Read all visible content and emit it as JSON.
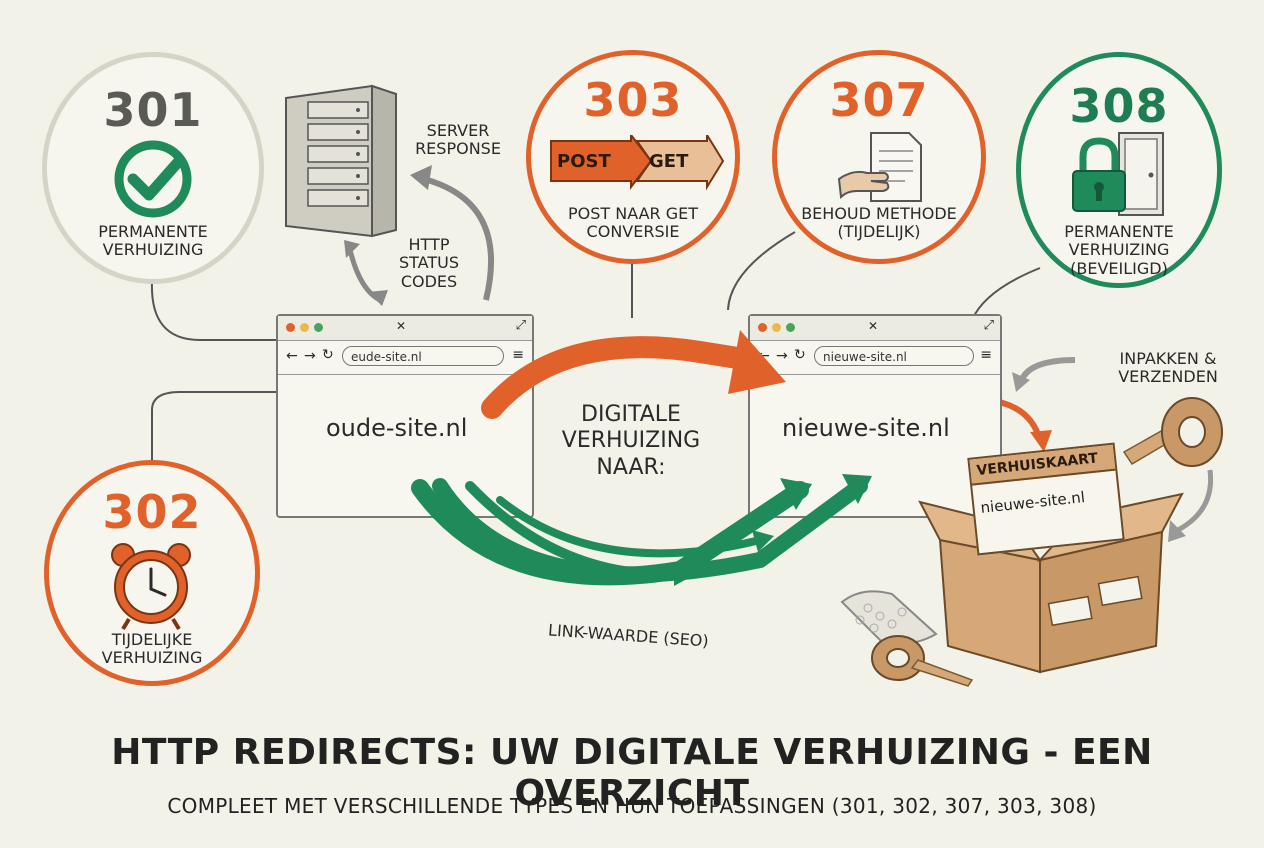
{
  "title": "HTTP REDIRECTS: UW DIGITALE VERHUIZING - EEN OVERZICHT",
  "subtitle": "COMPLEET MET VERSCHILLENDE TYPES EN HUN TOEPASSINGEN (301, 302, 307, 303, 308)",
  "codes": {
    "c301": {
      "code": "301",
      "label_line1": "PERMANENTE",
      "label_line2": "VERHUIZING",
      "icon": "checkmark-icon"
    },
    "c302": {
      "code": "302",
      "label_line1": "TIJDELIJKE",
      "label_line2": "VERHUIZING",
      "icon": "alarm-clock-icon"
    },
    "c303": {
      "code": "303",
      "post": "POST",
      "get": "GET",
      "label_line1": "POST NAAR GET",
      "label_line2": "CONVERSIE"
    },
    "c307": {
      "code": "307",
      "label_line1": "BEHOUD METHODE",
      "label_line2": "(TIJDELIJK)",
      "icon": "hand-document-icon"
    },
    "c308": {
      "code": "308",
      "label_line1": "PERMANENTE",
      "label_line2": "VERHUIZING",
      "label_line3": "(BEVEILIGD)",
      "icon": "padlock-door-icon"
    }
  },
  "server": {
    "line1": "SERVER",
    "line2": "RESPONSE",
    "icon": "server-icon"
  },
  "status_codes": {
    "line1": "HTTP",
    "line2": "STATUS",
    "line3": "CODES"
  },
  "old_browser": {
    "url": "eude-site.nl",
    "domain": "oude-site.nl"
  },
  "new_browser": {
    "url": "nieuwe-site.nl",
    "domain": "nieuwe-site.nl"
  },
  "center_text": {
    "line1": "DIGITALE",
    "line2": "VERHUIZING",
    "line3": "NAAR:"
  },
  "link_value": "LINK-WAARDE (SEO)",
  "packing": {
    "line1": "INPAKKEN &",
    "line2": "VERZENDEN"
  },
  "moving_card": {
    "title": "VERHUISKAART",
    "domain": "nieuwe-site.nl"
  },
  "colors": {
    "orange": "#e0622a",
    "green": "#1f8a5a",
    "grey": "#d6d4c6",
    "background": "#f2f2e8",
    "cardboard": "#d7a877"
  }
}
